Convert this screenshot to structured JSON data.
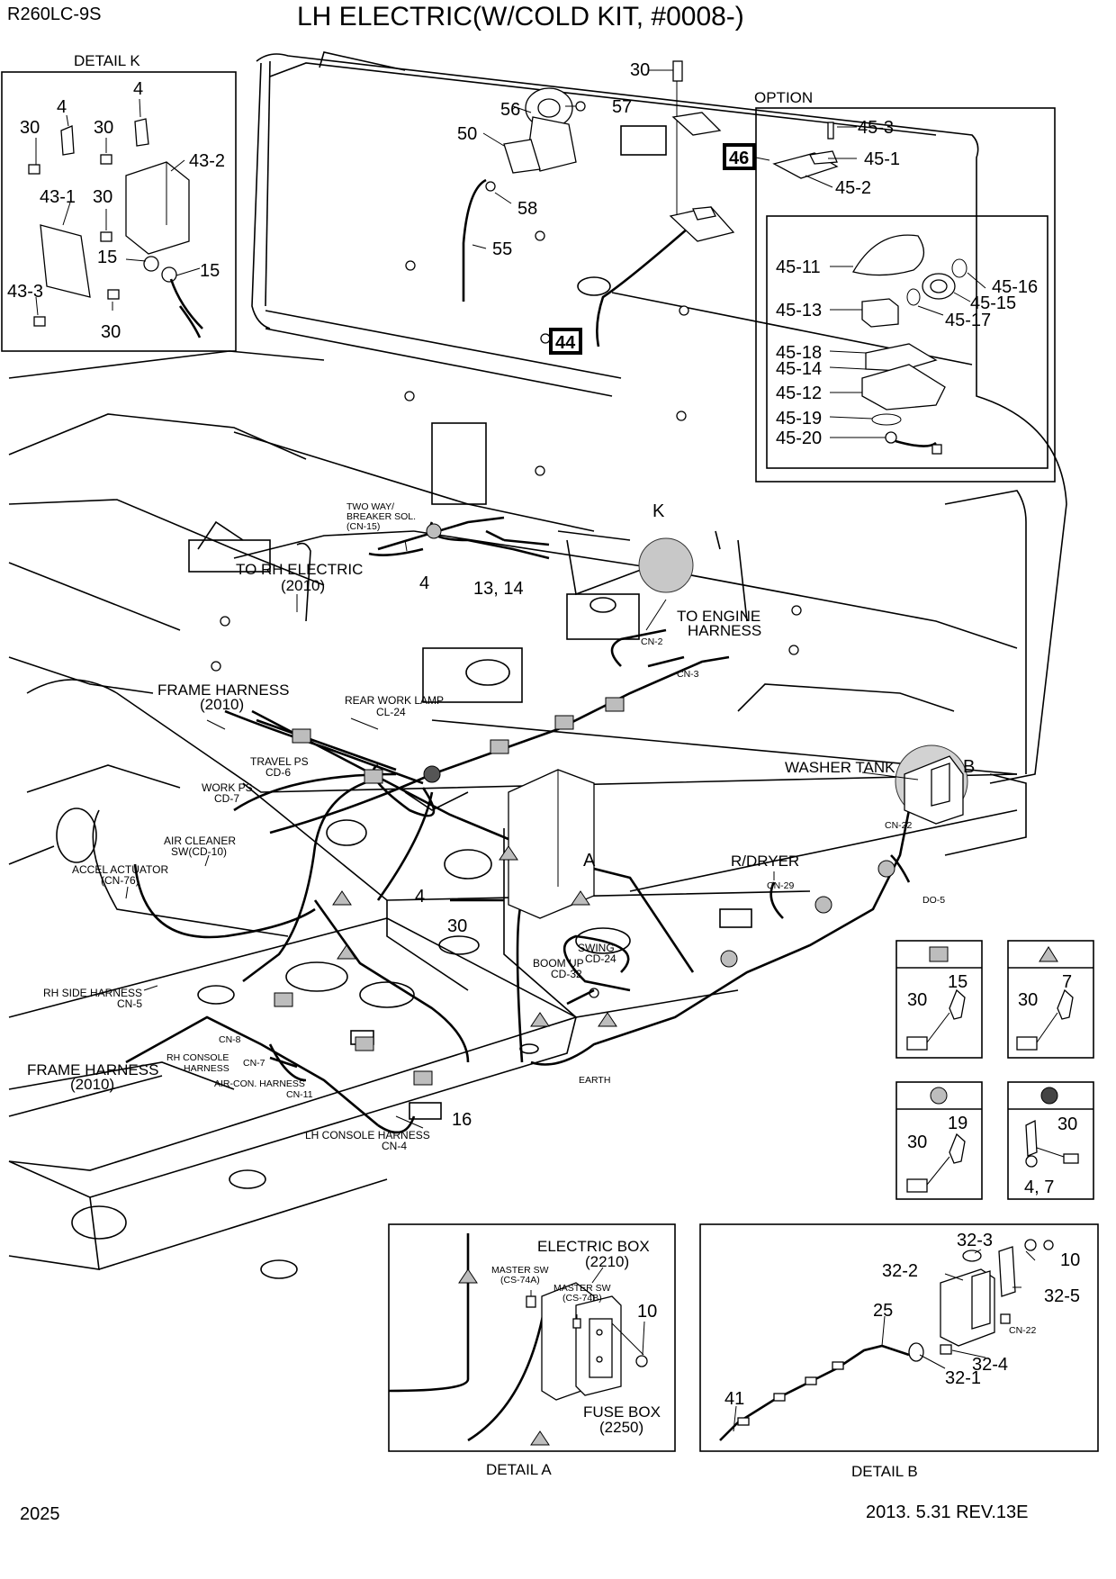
{
  "header": {
    "model": "R260LC-9S",
    "title": "LH ELECTRIC(W/COLD KIT, #0008-)"
  },
  "footer": {
    "page_number": "2025",
    "revision": "2013. 5.31  REV.13E"
  },
  "detail_k": {
    "title": "DETAIL  K",
    "labels": [
      "4",
      "4",
      "30",
      "30",
      "43-2",
      "43-1",
      "30",
      "15",
      "15",
      "43-3",
      "30"
    ]
  },
  "option": {
    "title": "OPTION",
    "labels": [
      "45-3",
      "45-1",
      "45-2",
      "45-11",
      "45-16",
      "45-15",
      "45-13",
      "45-17",
      "45-18",
      "45-14",
      "45-12",
      "45-19",
      "45-20"
    ]
  },
  "top_callouts": {
    "labels": [
      "30",
      "56",
      "57",
      "50",
      "58",
      "55"
    ],
    "boxed": [
      "46",
      "44"
    ]
  },
  "main_labels": {
    "two_way": [
      "TWO WAY/",
      "BREAKER SOL.",
      "(CN-15)"
    ],
    "to_rh_electric": [
      "TO RH ELECTRIC",
      "(2010)"
    ],
    "k": "K",
    "to_engine": [
      "TO ENGINE",
      "HARNESS"
    ],
    "cn2": "CN-2",
    "cn3": "CN-3",
    "n4a": "4",
    "n1314": "13, 14",
    "frame_harness_top": [
      "FRAME HARNESS",
      "(2010)"
    ],
    "rear_work_lamp": [
      "REAR WORK LAMP",
      "CL-24"
    ],
    "travel_ps": [
      "TRAVEL PS",
      "CD-6"
    ],
    "work_ps": [
      "WORK PS",
      "CD-7"
    ],
    "washer_tank": "WASHER TANK",
    "b": "B",
    "cn22": "CN-22",
    "air_cleaner": [
      "AIR CLEANER",
      "SW(CD-10)"
    ],
    "accel": [
      "ACCEL ACTUATOR",
      "(CN-76)"
    ],
    "a": "A",
    "rdryer": "R/DRYER",
    "cn29": "CN-29",
    "do5": "DO-5",
    "n4b": "4",
    "n30": "30",
    "swing": [
      "SWING",
      "CD-24"
    ],
    "boom_up": [
      "BOOM UP",
      "CD-32"
    ],
    "rh_side": [
      "RH SIDE HARNESS",
      "CN-5"
    ],
    "cn8": "CN-8",
    "cn7": "CN-7",
    "rh_console": [
      "RH CONSOLE",
      "HARNESS"
    ],
    "aircon": [
      "AIR-CON. HARNESS",
      "CN-11"
    ],
    "frame_harness_bottom": [
      "FRAME HARNESS",
      "(2010)"
    ],
    "earth": "EARTH",
    "n16": "16",
    "lh_console": [
      "LH CONSOLE HARNESS",
      "CN-4"
    ]
  },
  "legend": {
    "square_box": [
      "30",
      "15"
    ],
    "triangle_box": [
      "30",
      "7"
    ],
    "circle_box": [
      "30",
      "19"
    ],
    "dot_box": [
      "30",
      "4, 7"
    ]
  },
  "detail_a": {
    "title": "DETAIL  A",
    "electric_box": [
      "ELECTRIC BOX",
      "(2210)"
    ],
    "master_sw_a": [
      "MASTER SW",
      "(CS-74A)"
    ],
    "master_sw_b": [
      "MASTER SW",
      "(CS-74B)"
    ],
    "n10": "10",
    "fuse_box": [
      "FUSE BOX",
      "(2250)"
    ]
  },
  "detail_b": {
    "title": "DETAIL  B",
    "labels": [
      "32-3",
      "10",
      "32-2",
      "32-5",
      "25",
      "CN-22",
      "32-4",
      "32-1",
      "41"
    ]
  }
}
